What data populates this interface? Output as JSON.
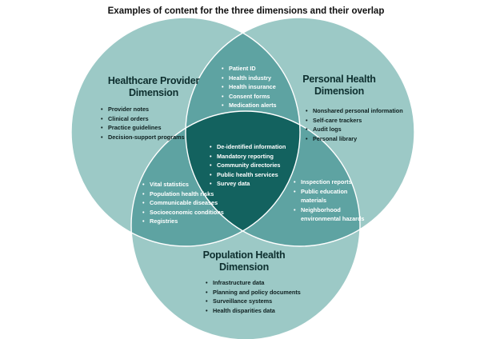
{
  "title": "Examples of content for the three dimensions and their overlap",
  "colors": {
    "outer": "#9cc9c6",
    "pairwise": "#5ea3a2",
    "center": "#13625f",
    "outline": "#ffffff",
    "dark_text": "#0f2020",
    "light_text": "#ffffff"
  },
  "provider": {
    "heading_line1": "Healthcare Provider",
    "heading_line2": "Dimension",
    "items": [
      "Provider notes",
      "Clinical orders",
      "Practice guidelines",
      "Decision-support programs"
    ]
  },
  "personal": {
    "heading_line1": "Personal Health",
    "heading_line2": "Dimension",
    "items": [
      "Nonshared personal information",
      "Self-care trackers",
      "Audit logs",
      "Personal library"
    ]
  },
  "population": {
    "heading_line1": "Population Health",
    "heading_line2": "Dimension",
    "items": [
      "Infrastructure data",
      "Planning and policy documents",
      "Surveillance systems",
      "Health disparities data"
    ]
  },
  "provider_personal": {
    "items": [
      "Patient ID",
      "Health industry",
      "Health insurance",
      "Consent forms",
      "Medication alerts"
    ]
  },
  "provider_population": {
    "items": [
      "Vital statistics",
      "Population health risks",
      "Communicable diseases",
      "Socioeconomic conditions",
      "Registries"
    ]
  },
  "personal_population": {
    "items": [
      "Inspection reports",
      "Public education",
      "materials",
      "Neighborhood",
      "environmental hazards"
    ]
  },
  "all_three": {
    "items": [
      "De-identified information",
      "Mandatory reporting",
      "Community directories",
      "Public health services",
      "Survey data"
    ]
  }
}
